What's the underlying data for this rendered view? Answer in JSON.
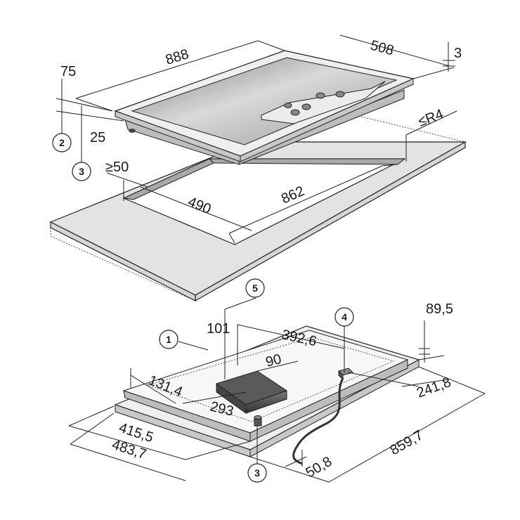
{
  "dimensions": {
    "d888": "888",
    "d508": "508",
    "d3": "3",
    "d75": "75",
    "d25": "25",
    "d_r4": "≤R4",
    "d_50": "≥50",
    "d490": "490",
    "d862": "862",
    "d101": "101",
    "d392_6": "392,6",
    "d89_5": "89,5",
    "d90": "90",
    "d131_4": "131,4",
    "d293": "293",
    "d241_8": "241,8",
    "d415_5": "415,5",
    "d483_7": "483,7",
    "d859_7": "859,7",
    "d50_8": "50,8"
  },
  "callouts": {
    "c1": "1",
    "c2": "2",
    "c3_top": "3",
    "c3_bottom": "3",
    "c4": "4",
    "c5": "5"
  }
}
